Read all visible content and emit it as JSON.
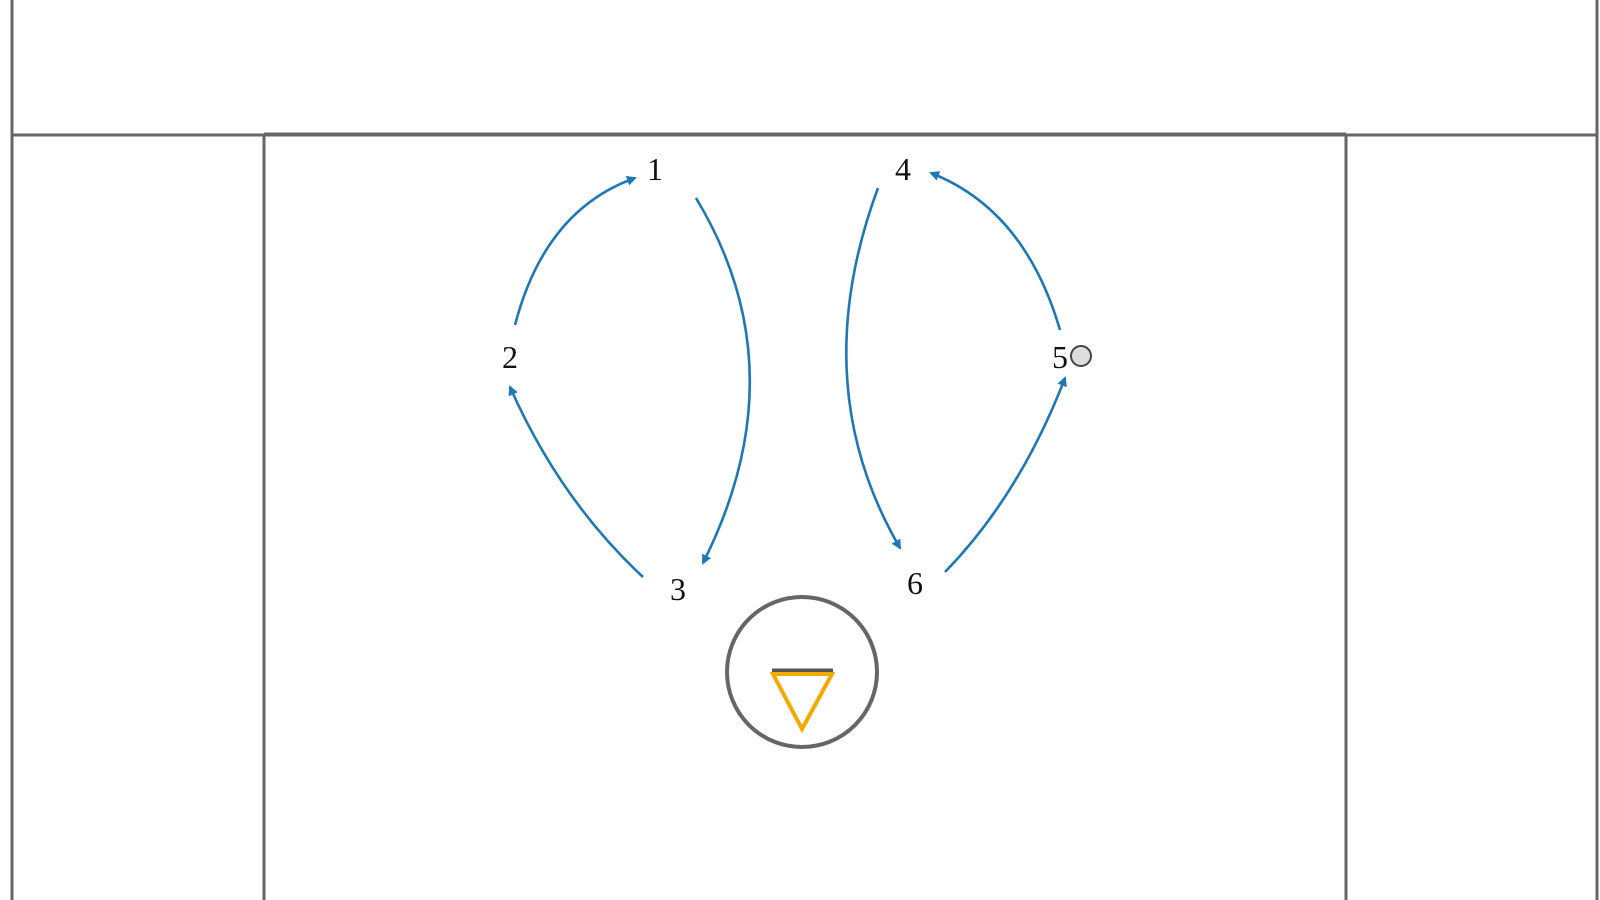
{
  "diagram": {
    "players": [
      {
        "id": "p1",
        "label": "1"
      },
      {
        "id": "p2",
        "label": "2"
      },
      {
        "id": "p3",
        "label": "3"
      },
      {
        "id": "p4",
        "label": "4"
      },
      {
        "id": "p5",
        "label": "5"
      },
      {
        "id": "p6",
        "label": "6"
      }
    ],
    "ball_holder": "5",
    "movements": [
      {
        "from": "2",
        "to": "1"
      },
      {
        "from": "1",
        "to": "3"
      },
      {
        "from": "3",
        "to": "2"
      },
      {
        "from": "5",
        "to": "4"
      },
      {
        "from": "4",
        "to": "6"
      },
      {
        "from": "6",
        "to": "5"
      }
    ],
    "colors": {
      "lines": "#666666",
      "arrows": "#1f78b4",
      "goalie": "#f2a900",
      "goal_bar": "#555555",
      "ball": "#dddddd"
    },
    "icons": {
      "ball": "ball-icon",
      "goalie": "goalie-triangle-icon",
      "crease": "crease-circle"
    }
  }
}
